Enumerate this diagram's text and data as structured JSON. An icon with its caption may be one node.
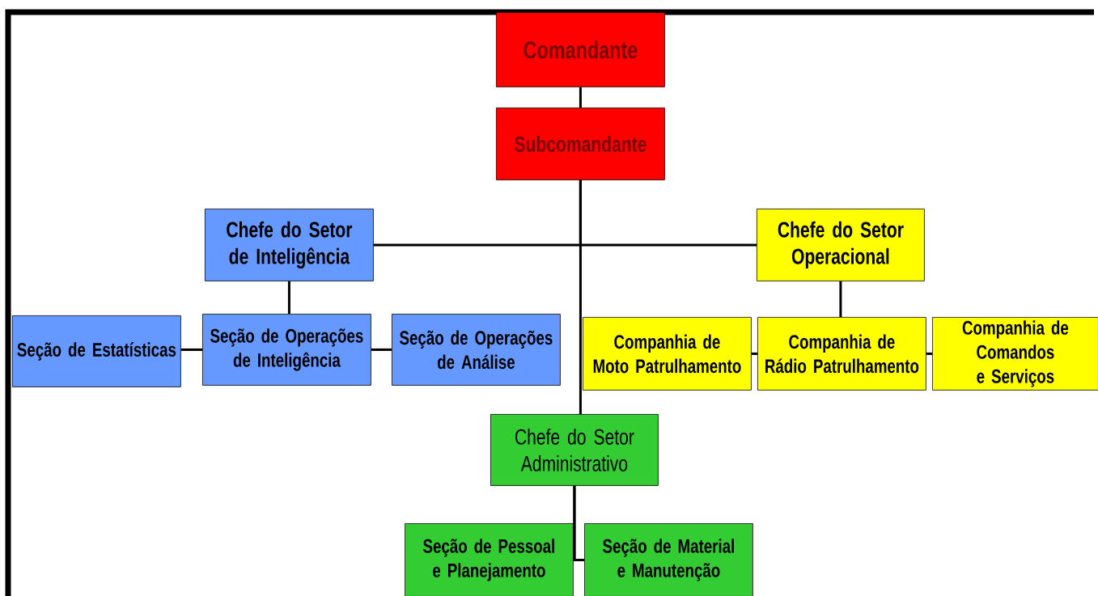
{
  "diagram": {
    "nodes": [
      {
        "text": [
          "Comandante"
        ]
      },
      {
        "text": [
          "Subcomandante"
        ]
      },
      {
        "text": [
          "Chefe do Setor de Inteligência"
        ]
      },
      {
        "text": [
          "Chefe do Setor Operacional"
        ]
      },
      {
        "text": [
          "Seção de Estatísticas"
        ]
      },
      {
        "text": [
          "Seção de Operações de Inteligência"
        ]
      },
      {
        "text": [
          "Seção de Operações de Análise"
        ]
      },
      {
        "text": [
          "Companhia de Moto Patrulhamento"
        ]
      },
      {
        "text": [
          "Companhia de Rádio Patrulhamento"
        ]
      },
      {
        "text": [
          "Companhia de Comandos e Serviços"
        ]
      },
      {
        "text": [
          "Chefe do Setor Administrativo"
        ]
      },
      {
        "text": [
          "Seção de Pessoal e Planejamento"
        ]
      },
      {
        "text": [
          "Seção de Material e Manutenção"
        ]
      }
    ],
    "edges": [
      {
        "from": 0,
        "to": 1,
        "arrow": "none"
      },
      {
        "from": 1,
        "to": 2,
        "arrow": "none"
      },
      {
        "from": 1,
        "to": 3,
        "arrow": "none"
      },
      {
        "from": 1,
        "to": 10,
        "arrow": "none"
      },
      {
        "from": 2,
        "to": 5,
        "arrow": "none"
      },
      {
        "from": 5,
        "to": 4,
        "arrow": "none"
      },
      {
        "from": 5,
        "to": 6,
        "arrow": "none"
      },
      {
        "from": 3,
        "to": 8,
        "arrow": "none"
      },
      {
        "from": 8,
        "to": 7,
        "arrow": "none"
      },
      {
        "from": 8,
        "to": 9,
        "arrow": "none"
      },
      {
        "from": 10,
        "to": 11,
        "arrow": "none"
      },
      {
        "from": 10,
        "to": 12,
        "arrow": "none"
      }
    ]
  }
}
